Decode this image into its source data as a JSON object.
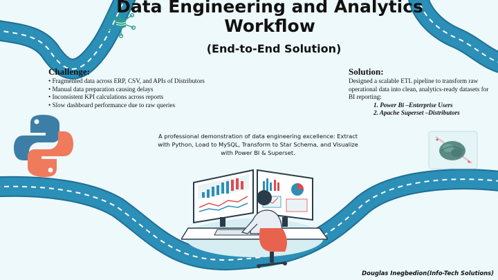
{
  "title": "Data Engineering and Analytics Workflow",
  "subtitle": "(End-to-End Solution)",
  "challenge": {
    "heading": "Challenge:",
    "items": [
      "Fragmented data across ERP, CSV, and APIs of Distributors",
      "Manual data preparation causing delays",
      "Inconsistent KPI calculations across reports",
      "Slow dashboard performance due to raw queries"
    ]
  },
  "solution": {
    "heading": "Solution:",
    "text": "Designed a scalable ETL pipeline to transform raw operational data into clean, analytics-ready datasets for BI reporting:",
    "items": [
      "1. Power Bi –Enterprise Users",
      "2. Apache Superset –Distributors"
    ]
  },
  "description": "A professional demonstration of data engineering excellence: Extract with Python, Load to MySQL, Transform to Star Schema, and Visualize with Power BI & Superset.",
  "author": "Douglas Inegbedion(Info-Tech Solutions)",
  "icons": [
    "network-database-icon",
    "python-logo",
    "ai-brain-icon",
    "analyst-illustration"
  ],
  "colors": {
    "road": "#2b8fb8",
    "road_edge": "#1f6f94",
    "lane": "#ffffff",
    "background": "#eef9fb",
    "python_blue": "#3d7ea6",
    "python_orange": "#f07a5c"
  }
}
